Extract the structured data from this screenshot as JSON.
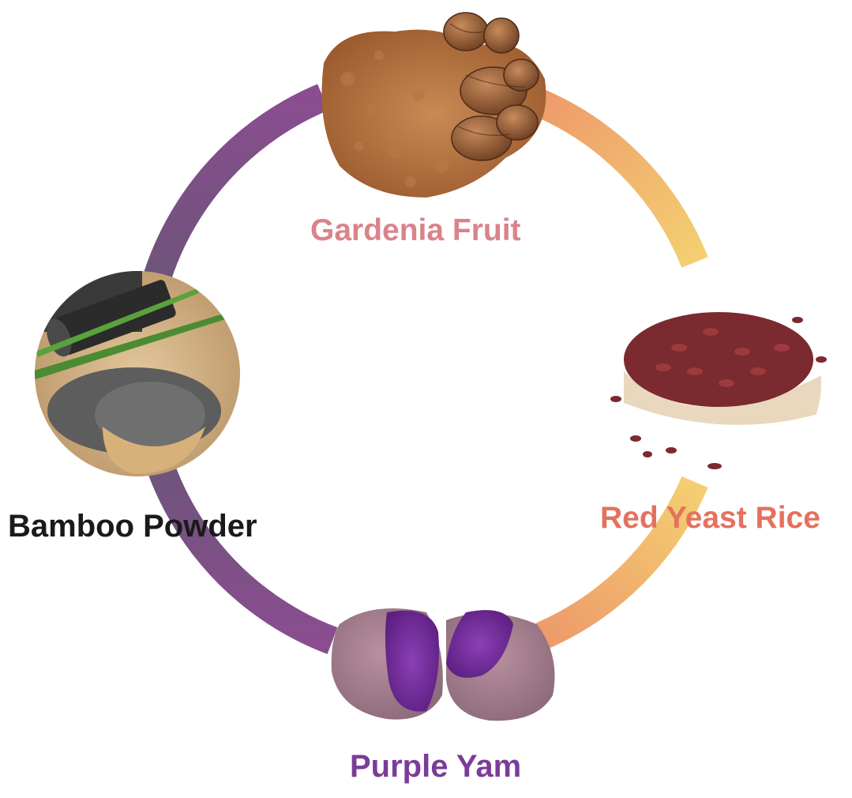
{
  "items": {
    "gardenia": {
      "label": "Gardenia Fruit",
      "color": "#d9838b"
    },
    "red_yeast_rice": {
      "label": "Red Yeast Rice",
      "color": "#e4715e"
    },
    "bamboo": {
      "label": "Bamboo Powder",
      "color": "#1a1a1a"
    },
    "purple_yam": {
      "label": "Purple Yam",
      "color": "#7a3d97"
    }
  },
  "ring_colors": {
    "purple": "#8a4d8f",
    "gray_purple": "#5f5870",
    "orange": "#ee9a6a",
    "yellow": "#f3cf72"
  }
}
